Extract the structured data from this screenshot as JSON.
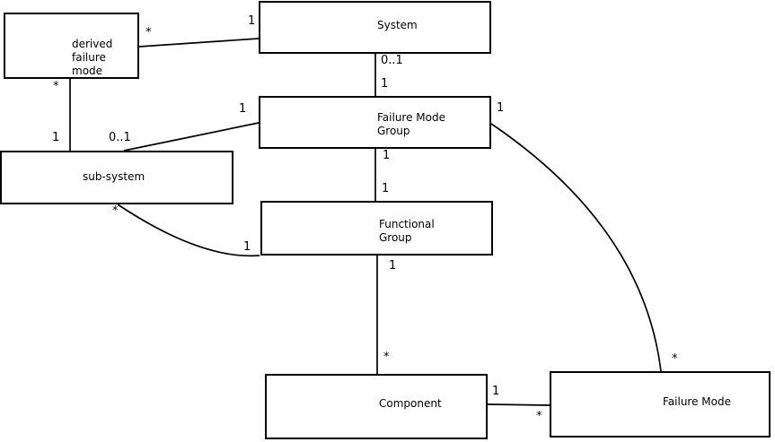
{
  "diagram": {
    "type": "uml-class-diagram",
    "background_color": "#ffffff",
    "line_color": "#000000",
    "text_color": "#000000",
    "entities": {
      "derived_failure_mode": {
        "label": "derived\nfailure\nmode"
      },
      "system": {
        "label": "System"
      },
      "failure_mode_group": {
        "label": "Failure Mode\nGroup"
      },
      "sub_system": {
        "label": "sub-system"
      },
      "functional_group": {
        "label": "Functional\nGroup"
      },
      "component": {
        "label": "Component"
      },
      "failure_mode": {
        "label": "Failure Mode"
      }
    },
    "associations": [
      {
        "from": "derived failure mode",
        "to": "System",
        "from_mult": "*",
        "to_mult": "1"
      },
      {
        "from": "System",
        "to": "Failure Mode Group",
        "from_mult": "0..1",
        "to_mult": "1"
      },
      {
        "from": "derived failure mode",
        "to": "sub-system",
        "from_mult": "*",
        "to_mult": "1"
      },
      {
        "from": "sub-system",
        "to": "Failure Mode Group",
        "from_mult": "0..1",
        "to_mult": "1"
      },
      {
        "from": "Failure Mode Group",
        "to": "Functional Group",
        "from_mult": "1",
        "to_mult": "1"
      },
      {
        "from": "sub-system",
        "to": "Functional Group",
        "from_mult": "*",
        "to_mult": "1"
      },
      {
        "from": "Functional Group",
        "to": "Component",
        "from_mult": "1",
        "to_mult": "*"
      },
      {
        "from": "Component",
        "to": "Failure Mode",
        "from_mult": "1",
        "to_mult": "*"
      },
      {
        "from": "Failure Mode Group",
        "to": "Failure Mode",
        "from_mult": "1",
        "to_mult": "*"
      }
    ]
  }
}
